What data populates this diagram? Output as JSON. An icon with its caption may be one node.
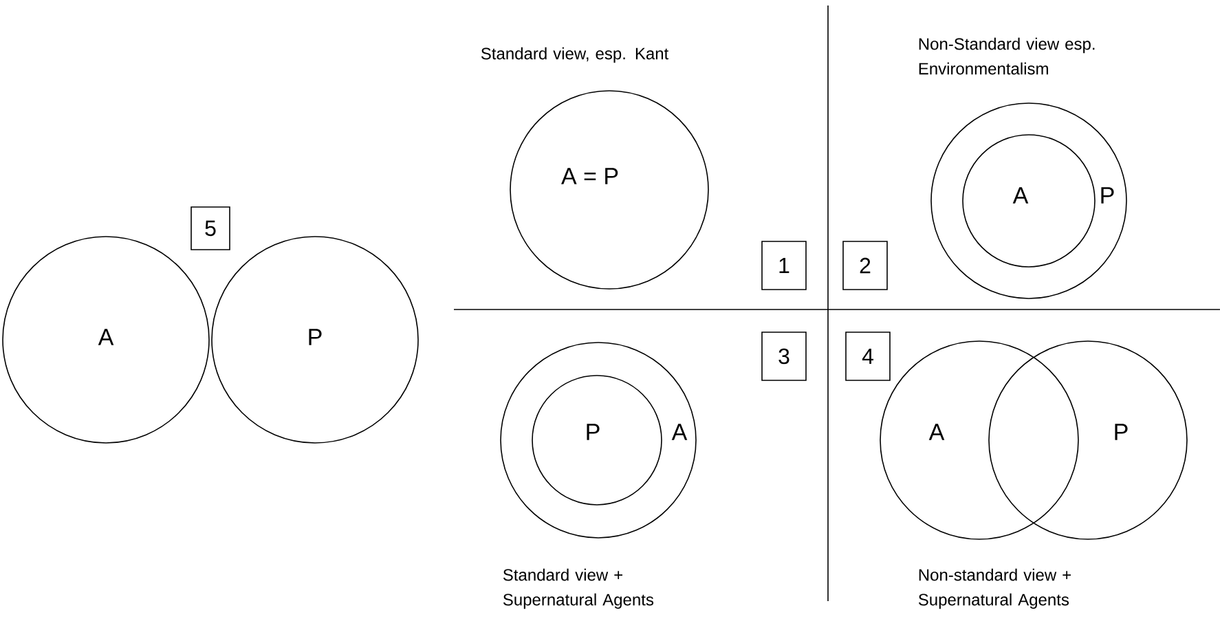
{
  "diagram": {
    "nodes": [
      {
        "text": [
          "A"
        ]
      },
      {
        "text": [
          "P"
        ]
      },
      {
        "text": [
          "5"
        ]
      },
      {
        "text": [
          "A = P"
        ]
      },
      {
        "text": [
          "1"
        ]
      },
      {
        "text": [
          "P"
        ]
      },
      {
        "text": [
          "A"
        ],
        "in": 5
      },
      {
        "text": [
          "2"
        ]
      },
      {
        "text": [
          "3"
        ]
      },
      {
        "text": [
          "A"
        ]
      },
      {
        "text": [
          "P"
        ],
        "in": 9
      },
      {
        "text": [
          "4"
        ]
      },
      {
        "text": [
          "A"
        ]
      },
      {
        "text": [
          "P"
        ]
      }
    ],
    "labels": [
      "Standard view, esp. Kant",
      "Non-Standard view esp. Environmentalism",
      "Standard view + Supernatural Agents",
      "Non-standard view + Supernatural Agents"
    ]
  }
}
